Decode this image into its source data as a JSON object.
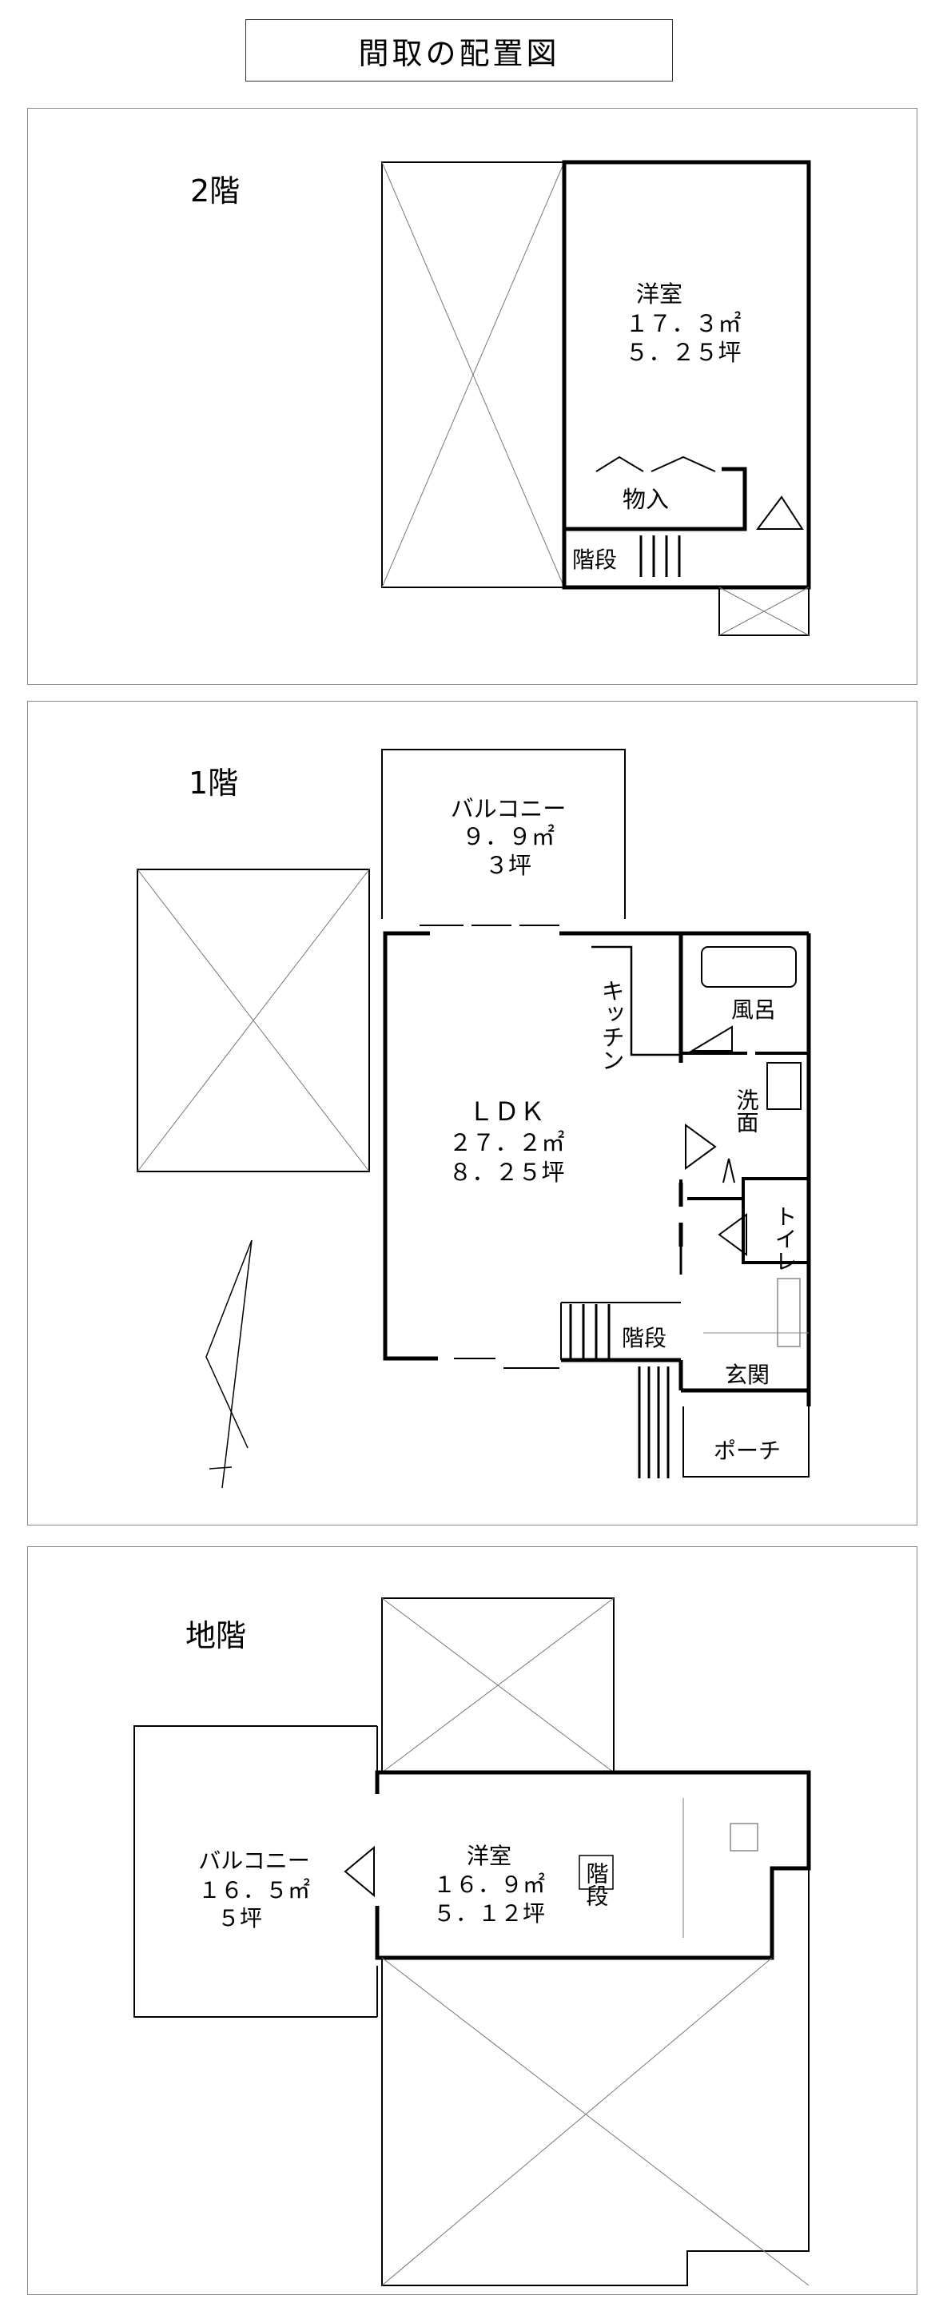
{
  "title": "間取の配置図",
  "floor2": {
    "label": "2階",
    "room_name": "洋室",
    "room_area_m2": "１７．３㎡",
    "room_area_tsubo": "５．２５坪",
    "storage": "物入",
    "stairs": "階段"
  },
  "floor1": {
    "label": "1階",
    "balcony_name": "バルコニー",
    "balcony_area_m2": "９．９㎡",
    "balcony_area_tsubo": "３坪",
    "kitchen": "キッチン",
    "ldk_name": "ＬＤＫ",
    "ldk_area_m2": "２７．２㎡",
    "ldk_area_tsubo": "８．２５坪",
    "bath": "風呂",
    "washroom": "洗面",
    "toilet": "トイレ",
    "stairs": "階段",
    "entrance": "玄関",
    "porch": "ポーチ"
  },
  "basement": {
    "label": "地階",
    "balcony_name": "バルコニー",
    "balcony_area_m2": "１６．５㎡",
    "balcony_area_tsubo": "５坪",
    "room_name": "洋室",
    "room_area_m2": "１６．９㎡",
    "room_area_tsubo": "５．１２坪",
    "stairs": "階段"
  }
}
